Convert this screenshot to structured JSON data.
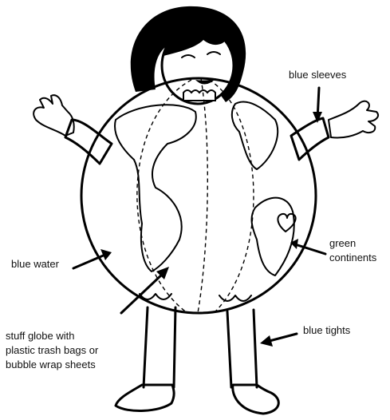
{
  "labels": {
    "blue_sleeves": "blue sleeves",
    "green_continents_1": "green",
    "green_continents_2": "continents",
    "blue_water": "blue water",
    "blue_tights": "blue tights",
    "stuff_globe_1": "stuff globe with",
    "stuff_globe_2": "plastic trash bags or",
    "stuff_globe_3": "bubble wrap sheets"
  },
  "colors": {
    "ink": "#000000",
    "paper": "#ffffff"
  }
}
